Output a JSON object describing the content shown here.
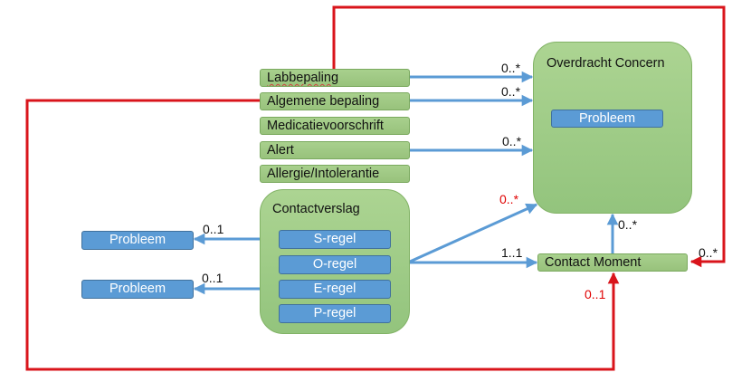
{
  "diagram": {
    "source_items": [
      {
        "label": "Labbepaling"
      },
      {
        "label": "Algemene bepaling"
      },
      {
        "label": "Medicatievoorschrift"
      },
      {
        "label": "Alert"
      },
      {
        "label": "Allergie/Intolerantie"
      }
    ],
    "overdracht_concern": {
      "title": "Overdracht Concern",
      "inner": "Probleem"
    },
    "contactverslag": {
      "title": "Contactverslag",
      "rows": [
        "S-regel",
        "O-regel",
        "E-regel",
        "P-regel"
      ]
    },
    "contact_moment": {
      "label": "Contact Moment"
    },
    "external_problems": [
      "Probleem",
      "Probleem"
    ],
    "multiplicities": {
      "labbepaling_to_concern": "0..*",
      "algemene_to_concern": "0..*",
      "alert_to_concern": "0..*",
      "contactverslag_to_concern": "0..*",
      "contactverslag_to_moment": "1..1",
      "moment_to_concern": "0..*",
      "labbepaling_to_moment": "0..*",
      "algemene_to_moment": "0..1",
      "sregel_to_probleem": "0..1",
      "eregel_to_probleem": "0..1"
    },
    "colors": {
      "blue_arrow": "#5b9bd5",
      "red_arrow": "#d9141b",
      "green_fill": "#a9d18e",
      "blue_fill": "#5b9bd5",
      "red_label": "#e00000"
    }
  }
}
